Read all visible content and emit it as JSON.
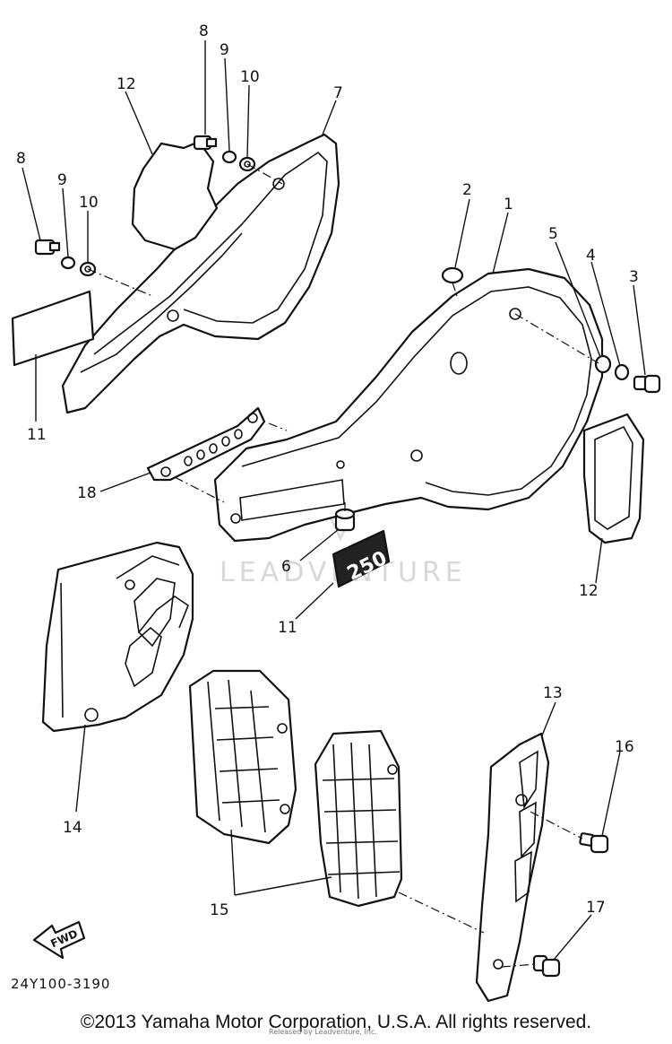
{
  "diagram": {
    "watermark": "LEADVENTURE",
    "part_code": "24Y100-3190",
    "fwd_label": "FWD",
    "decal_text": "250",
    "callouts": {
      "c1": "1",
      "c2": "2",
      "c3": "3",
      "c4": "4",
      "c5": "5",
      "c6": "6",
      "c7": "7",
      "c8a": "8",
      "c8b": "8",
      "c9a": "9",
      "c9b": "9",
      "c10a": "10",
      "c10b": "10",
      "c11a": "11",
      "c11b": "11",
      "c12a": "12",
      "c12b": "12",
      "c13": "13",
      "c14": "14",
      "c15": "15",
      "c16": "16",
      "c17": "17",
      "c18": "18"
    }
  },
  "footer": {
    "copyright": "©2013 Yamaha Motor Corporation, U.S.A. All rights reserved.",
    "reseller": "Released by Leadventure, Inc."
  }
}
